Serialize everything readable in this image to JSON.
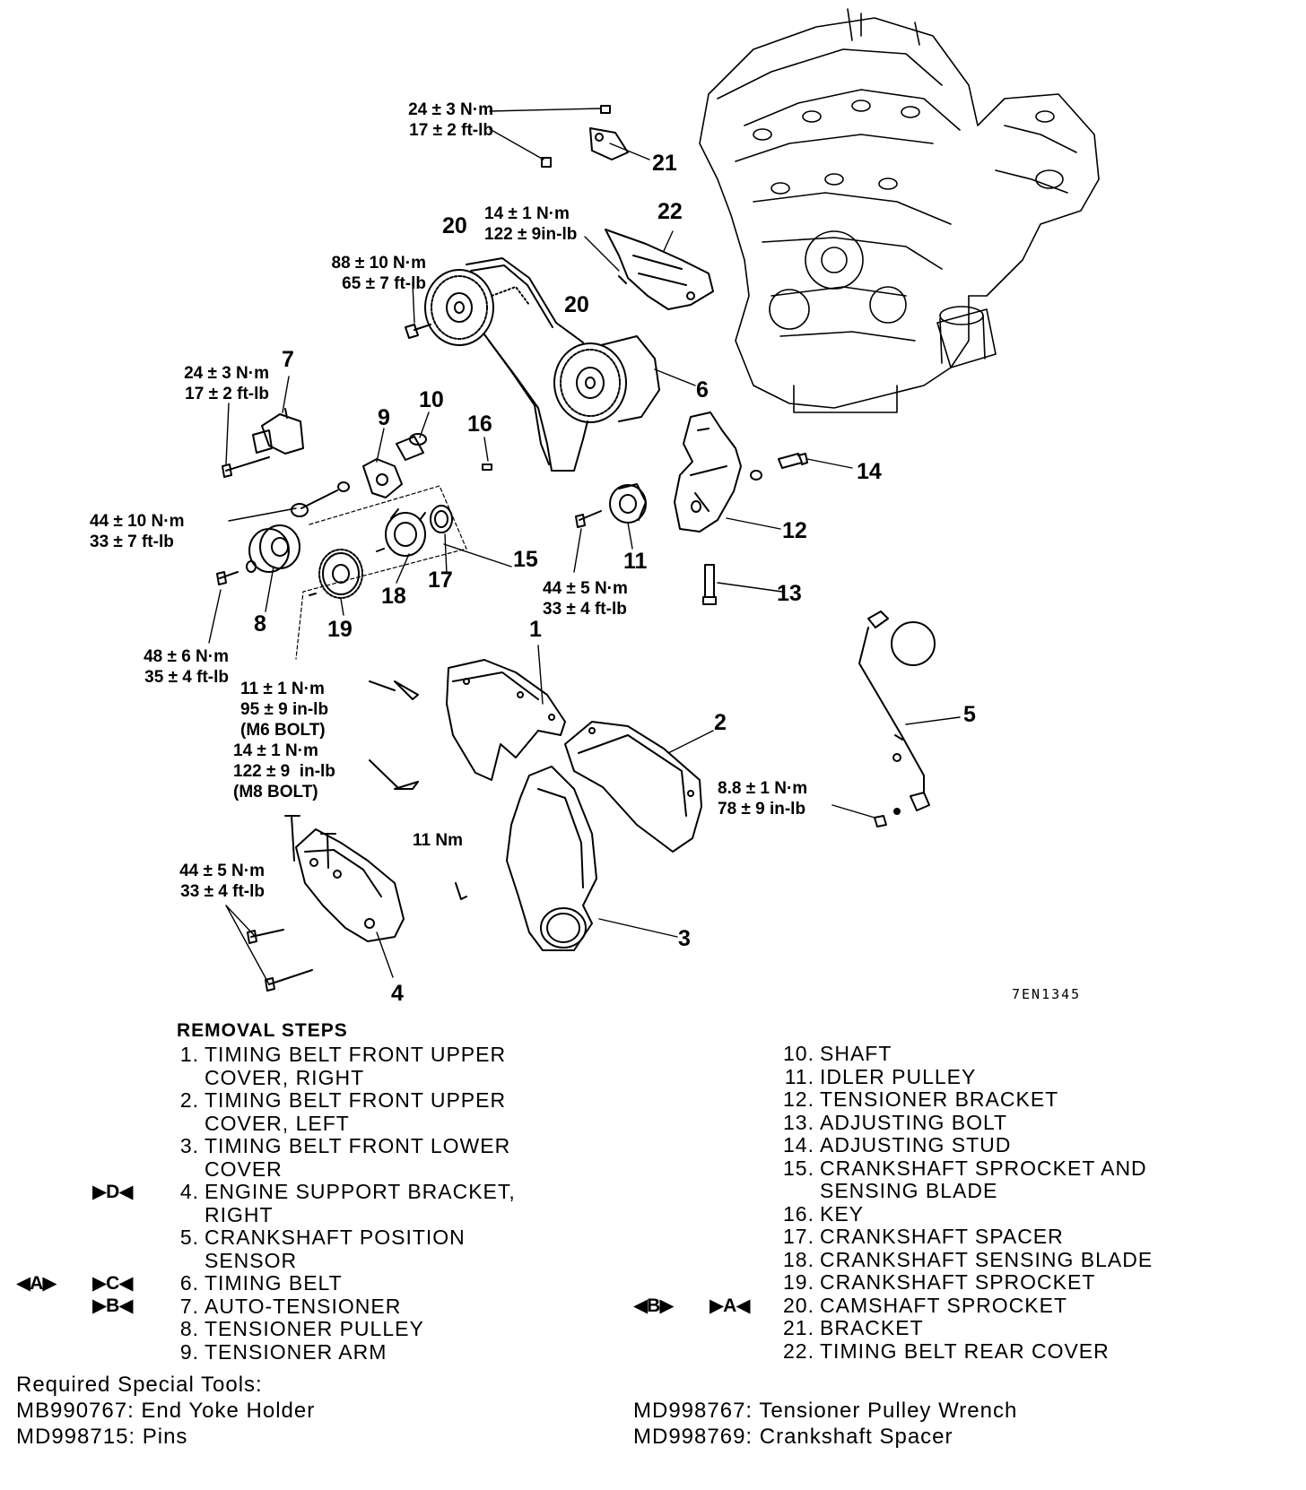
{
  "torques": {
    "t21": [
      "24 ± 3 N·m",
      "17 ± 2 ft-lb"
    ],
    "t22": [
      "14 ± 1 N·m",
      "122 ± 9in-lb"
    ],
    "t20": [
      "88 ± 10 N·m",
      "65 ± 7 ft-lb"
    ],
    "t7": [
      "24 ± 3 N·m",
      "17 ± 2 ft-lb"
    ],
    "t9": [
      "44 ± 10 N·m",
      "33 ± 7 ft-lb"
    ],
    "t11": [
      "44 ± 5 N·m",
      "33 ± 4 ft-lb"
    ],
    "t8": [
      "48 ± 6 N·m",
      "35 ± 4 ft-lb"
    ],
    "tm6": [
      "11 ± 1 N·m",
      "95 ± 9 in-lb",
      "(M6 BOLT)"
    ],
    "tm8": [
      "14 ± 1 N·m",
      "122 ± 9  in-lb",
      "(M8 BOLT)"
    ],
    "t5": [
      "8.8 ± 1 N·m",
      "78 ± 9 in-lb"
    ],
    "t3": [
      "11 Nm"
    ],
    "t4": [
      "44 ± 5 N·m",
      "33 ± 4 ft-lb"
    ]
  },
  "callouts": [
    "21",
    "22",
    "20",
    "20",
    "7",
    "10",
    "9",
    "16",
    "6",
    "14",
    "12",
    "15",
    "11",
    "17",
    "18",
    "8",
    "19",
    "13",
    "1",
    "2",
    "5",
    "3",
    "4"
  ],
  "figure_ref": "7EN1345",
  "removal": {
    "title": "REMOVAL STEPS",
    "left": [
      {
        "n": "1.",
        "text": "TIMING BELT FRONT UPPER\nCOVER, RIGHT"
      },
      {
        "n": "2.",
        "text": "TIMING BELT FRONT UPPER\nCOVER, LEFT"
      },
      {
        "n": "3.",
        "text": "TIMING BELT FRONT LOWER\nCOVER"
      },
      {
        "n": "4.",
        "text": "ENGINE SUPPORT BRACKET,\nRIGHT"
      },
      {
        "n": "5.",
        "text": "CRANKSHAFT POSITION\nSENSOR"
      },
      {
        "n": "6.",
        "text": "TIMING BELT"
      },
      {
        "n": "7.",
        "text": "AUTO-TENSIONER"
      },
      {
        "n": "8.",
        "text": "TENSIONER PULLEY"
      },
      {
        "n": "9.",
        "text": "TENSIONER ARM"
      }
    ],
    "right": [
      {
        "n": "10.",
        "text": "SHAFT"
      },
      {
        "n": "11.",
        "text": "IDLER PULLEY"
      },
      {
        "n": "12.",
        "text": "TENSIONER BRACKET"
      },
      {
        "n": "13.",
        "text": "ADJUSTING BOLT"
      },
      {
        "n": "14.",
        "text": "ADJUSTING STUD"
      },
      {
        "n": "15.",
        "text": "CRANKSHAFT SPROCKET AND\nSENSING BLADE"
      },
      {
        "n": "16.",
        "text": "KEY"
      },
      {
        "n": "17.",
        "text": "CRANKSHAFT SPACER"
      },
      {
        "n": "18.",
        "text": "CRANKSHAFT SENSING BLADE"
      },
      {
        "n": "19.",
        "text": "CRANKSHAFT SPROCKET"
      },
      {
        "n": "20.",
        "text": "CAMSHAFT SPROCKET"
      },
      {
        "n": "21.",
        "text": "BRACKET"
      },
      {
        "n": "22.",
        "text": "TIMING BELT REAR COVER"
      }
    ],
    "marks": {
      "m4": "▶D◀",
      "m6a": "◀A▶",
      "m6c": "▶C◀",
      "m7": "▶B◀",
      "m20b": "◀B▶",
      "m20a": "▶A◀"
    }
  },
  "tools": {
    "heading": "Required Special Tools:",
    "list": [
      "MB990767: End Yoke Holder",
      "MD998715: Pins",
      "MD998767: Tensioner Pulley Wrench",
      "MD998769: Crankshaft Spacer"
    ]
  }
}
